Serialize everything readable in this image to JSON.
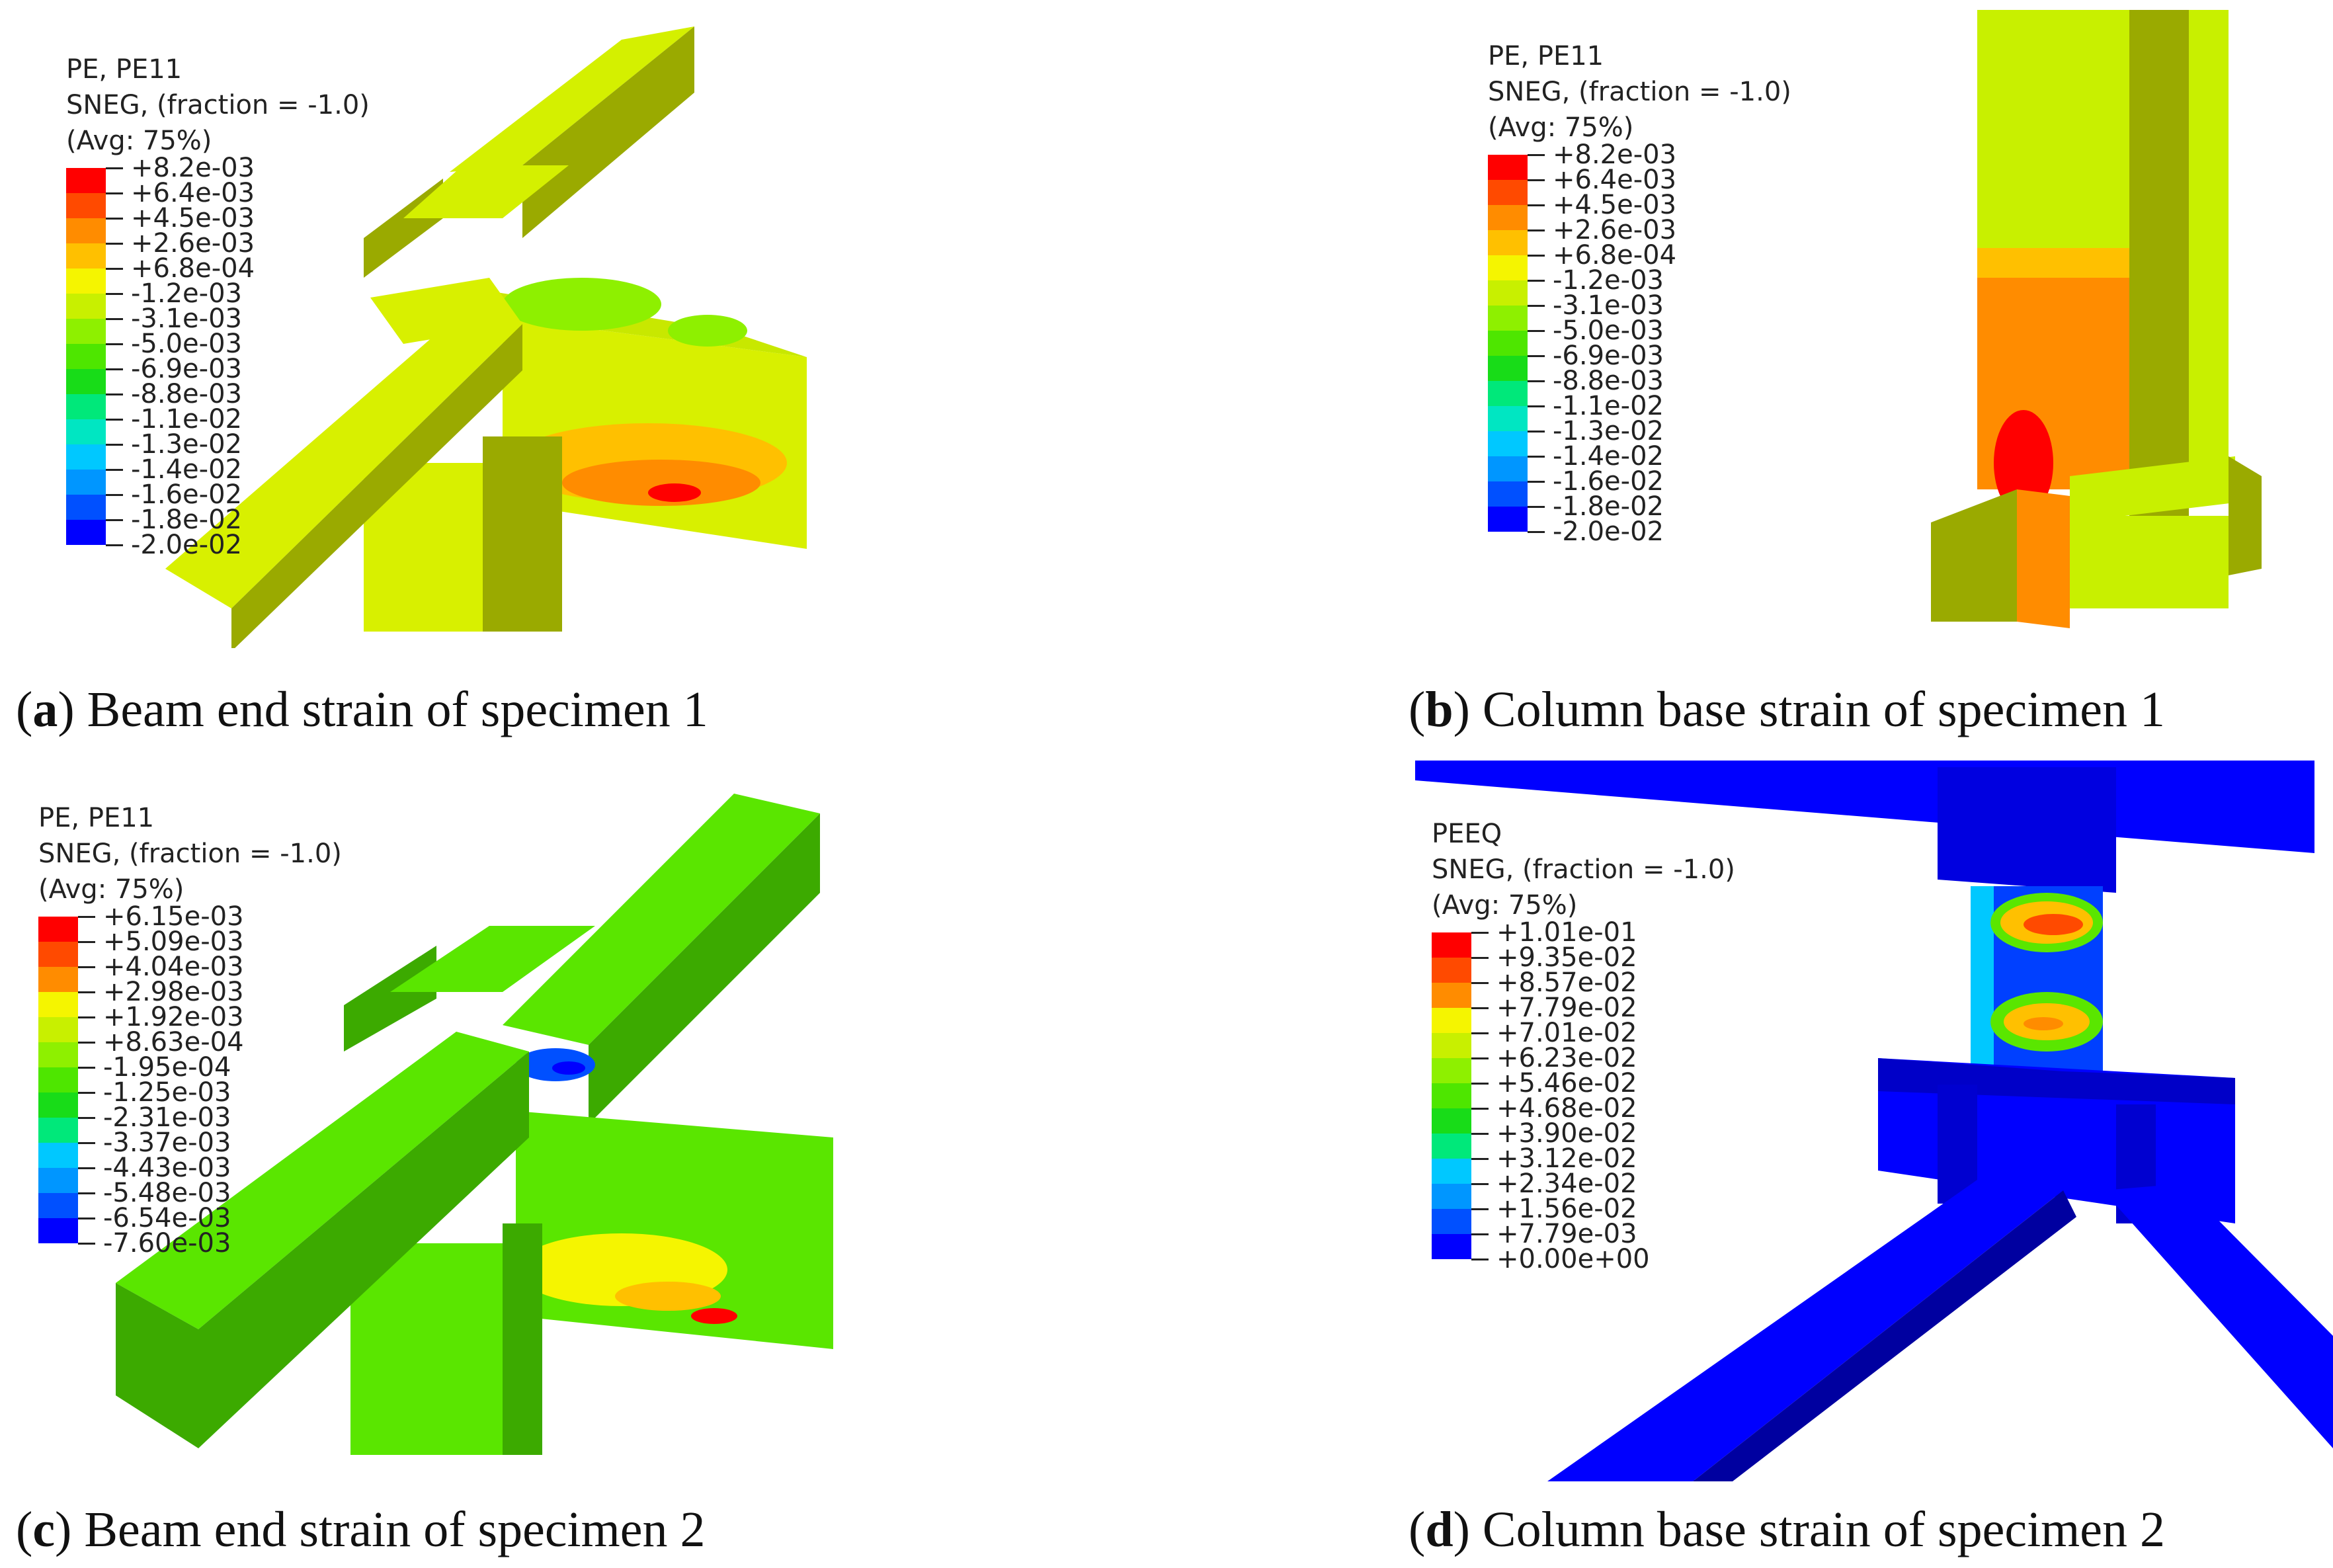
{
  "panels": [
    {
      "id": "a",
      "letter": "a",
      "caption": "Beam end strain of specimen 1",
      "legend": {
        "header": [
          "PE, PE11",
          "SNEG, (fraction = -1.0)",
          "(Avg: 75%)"
        ],
        "values": [
          "+8.2e-03",
          "+6.4e-03",
          "+4.5e-03",
          "+2.6e-03",
          "+6.8e-04",
          "-1.2e-03",
          "-3.1e-03",
          "-5.0e-03",
          "-6.9e-03",
          "-8.8e-03",
          "-1.1e-02",
          "-1.3e-02",
          "-1.4e-02",
          "-1.6e-02",
          "-1.8e-02",
          "-2.0e-02"
        ]
      }
    },
    {
      "id": "b",
      "letter": "b",
      "caption": "Column base strain of specimen 1",
      "legend": {
        "header": [
          "PE, PE11",
          "SNEG, (fraction = -1.0)",
          "(Avg: 75%)"
        ],
        "values": [
          "+8.2e-03",
          "+6.4e-03",
          "+4.5e-03",
          "+2.6e-03",
          "+6.8e-04",
          "-1.2e-03",
          "-3.1e-03",
          "-5.0e-03",
          "-6.9e-03",
          "-8.8e-03",
          "-1.1e-02",
          "-1.3e-02",
          "-1.4e-02",
          "-1.6e-02",
          "-1.8e-02",
          "-2.0e-02"
        ]
      }
    },
    {
      "id": "c",
      "letter": "c",
      "caption": "Beam end strain of specimen 2",
      "legend": {
        "header": [
          "PE, PE11",
          "SNEG, (fraction = -1.0)",
          "(Avg: 75%)"
        ],
        "values": [
          "+6.15e-03",
          "+5.09e-03",
          "+4.04e-03",
          "+2.98e-03",
          "+1.92e-03",
          "+8.63e-04",
          "-1.95e-04",
          "-1.25e-03",
          "-2.31e-03",
          "-3.37e-03",
          "-4.43e-03",
          "-5.48e-03",
          "-6.54e-03",
          "-7.60e-03"
        ]
      }
    },
    {
      "id": "d",
      "letter": "d",
      "caption": "Column base strain of specimen 2",
      "legend": {
        "header": [
          "PEEQ",
          "SNEG, (fraction = -1.0)",
          "(Avg: 75%)"
        ],
        "values": [
          "+1.01e-01",
          "+9.35e-02",
          "+8.57e-02",
          "+7.79e-02",
          "+7.01e-02",
          "+6.23e-02",
          "+5.46e-02",
          "+4.68e-02",
          "+3.90e-02",
          "+3.12e-02",
          "+2.34e-02",
          "+1.56e-02",
          "+7.79e-03",
          "+0.00e+00"
        ]
      }
    }
  ],
  "colors": {
    "contour_scale": [
      "#ff0000",
      "#ff4a00",
      "#ff8c00",
      "#ffc000",
      "#f5f500",
      "#c8f000",
      "#8ef000",
      "#4ee600",
      "#18dc18",
      "#00e87a",
      "#00e6c2",
      "#00c8ff",
      "#0096ff",
      "#0050ff",
      "#0000ff"
    ],
    "olive": "#9aaa00",
    "lime": "#d8f000",
    "green": "#5ae600",
    "dark_green": "#3caa00",
    "blue": "#0000ff"
  }
}
